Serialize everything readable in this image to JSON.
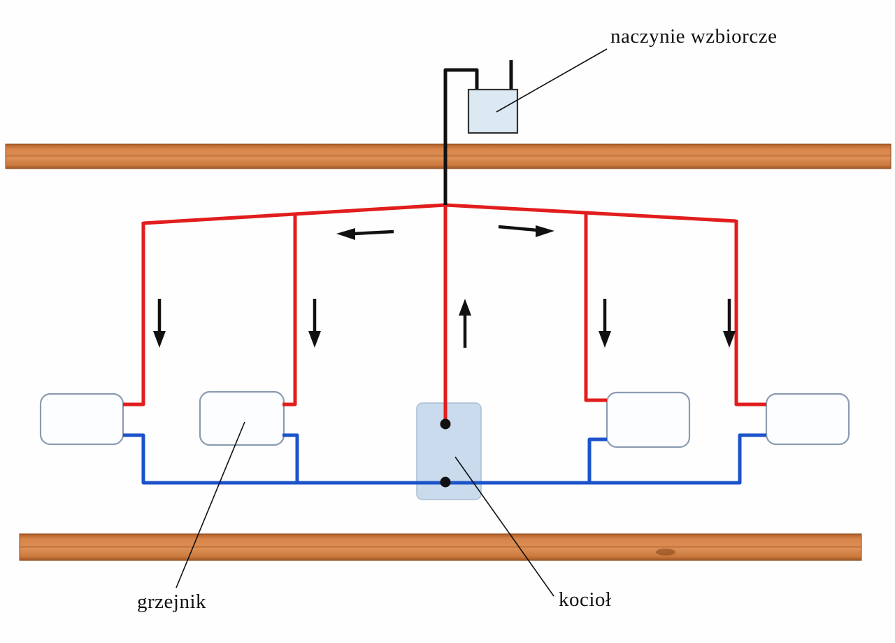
{
  "labels": {
    "expansion_vessel": "naczynie wzbiorcze",
    "radiator": "grzejnik",
    "boiler": "kocioł"
  },
  "colors": {
    "supply_pipe": "#e11d1d",
    "return_pipe": "#1c53c9",
    "black_pipe": "#111111",
    "slab": "#d9884e",
    "slab_edge": "#8a4a1c",
    "boiler_fill": "#c9dbec",
    "vessel_fill": "#dde9f2",
    "radiator_fill": "#fcfdfe",
    "radiator_border": "#8b9cb0"
  }
}
